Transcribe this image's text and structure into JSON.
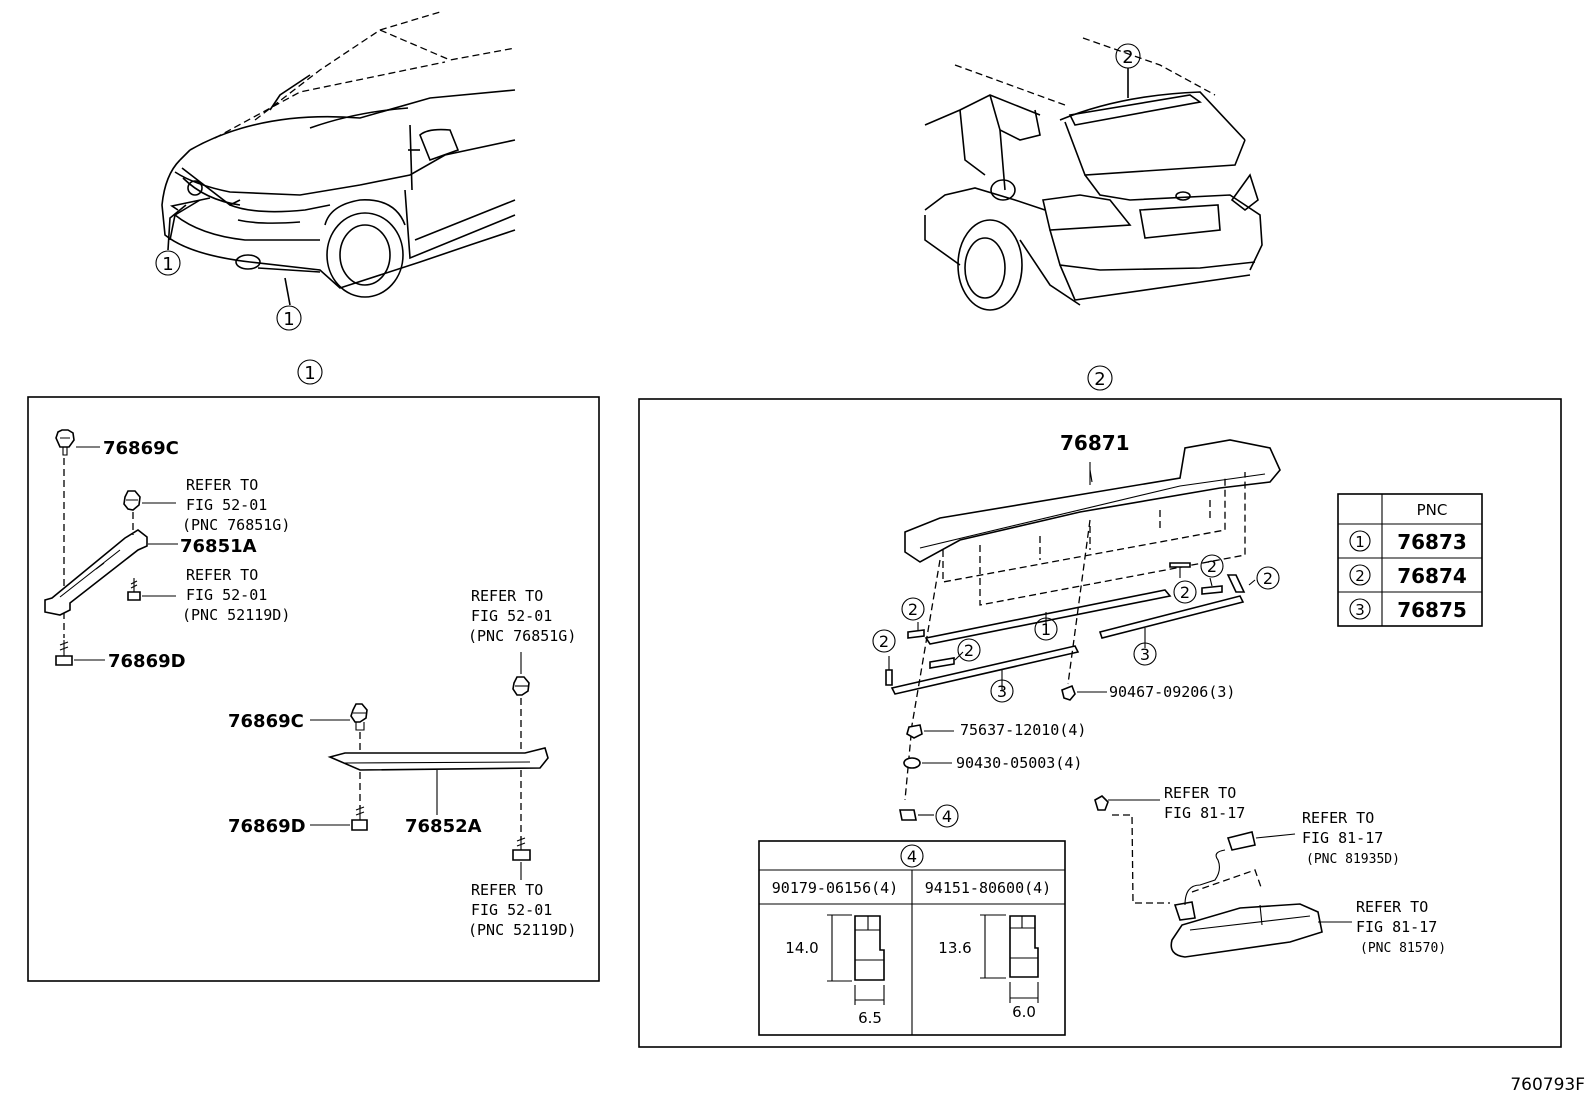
{
  "diagram_code": "760793F",
  "callout_marks": {
    "one": "1",
    "two": "2",
    "three": "3",
    "four": "4"
  },
  "box1": {
    "title": "1",
    "parts": {
      "clip_top": "76869C",
      "refer_a": [
        "REFER TO",
        "FIG 52-01",
        "(PNC 76851G)"
      ],
      "bracket": "76851A",
      "refer_b": [
        "REFER TO",
        "FIG 52-01",
        "(PNC 52119D)"
      ],
      "screw_top": "76869D",
      "refer_c": [
        "REFER TO",
        "FIG 52-01",
        "(PNC 76851G)"
      ],
      "clip_mid": "76869C",
      "moulding": "76852A",
      "screw_mid": "76869D",
      "refer_d": [
        "REFER TO",
        "FIG 52-01",
        "(PNC 52119D)"
      ]
    }
  },
  "box2": {
    "title": "2",
    "spoiler": "76871",
    "nut_3": "90467-09206(3)",
    "nut_4a": "75637-12010(4)",
    "washer": "90430-05003(4)",
    "refer_lamp_a": [
      "REFER TO",
      "FIG 81-17"
    ],
    "refer_lamp_b": [
      "REFER TO",
      "FIG 81-17",
      "(PNC 81935D)"
    ],
    "refer_lamp_c": [
      "REFER TO",
      "FIG 81-17",
      "(PNC 81570)"
    ],
    "pnc_table": {
      "header": "PNC",
      "rows": [
        {
          "mark": "1",
          "pnc": "76873"
        },
        {
          "mark": "2",
          "pnc": "76874"
        },
        {
          "mark": "3",
          "pnc": "76875"
        }
      ]
    },
    "nut_table": {
      "title": "4",
      "cols": [
        {
          "part": "90179-06156(4)",
          "height": "14.0",
          "width": "6.5"
        },
        {
          "part": "94151-80600(4)",
          "height": "13.6",
          "width": "6.0"
        }
      ]
    }
  }
}
